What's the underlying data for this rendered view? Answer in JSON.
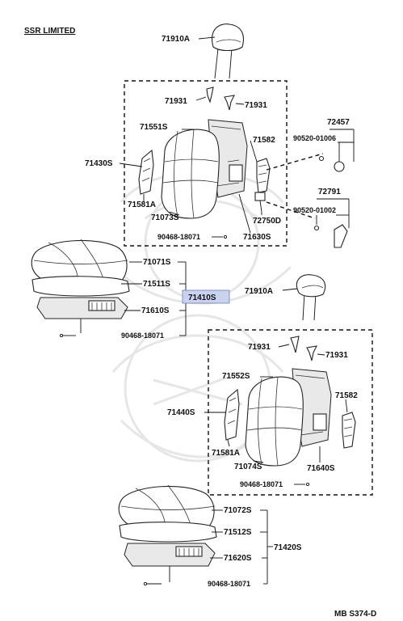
{
  "title": "SSR LIMITED",
  "footer_code": "MB S374-D",
  "highlight_color": "#c9d3f0",
  "upper_group": {
    "headrest": "71910A",
    "guide_left": "71931",
    "guide_right": "71931",
    "back_cover": "71551S",
    "back_assy": "71430S",
    "side_trim": "71581A",
    "back_pad": "71073S",
    "back_frame": "71630S",
    "hinge_cover": "71582",
    "bolt_label": "72750D",
    "screw": "90468-18071",
    "knob_group": "72457",
    "knob_part": "90520-01006",
    "lever_group": "72791",
    "lever_part": "90520-01002"
  },
  "middle_group": {
    "cushion_cover": "71071S",
    "cushion_pad": "71511S",
    "cushion_frame": "71610S",
    "screw": "90468-18071",
    "seat_assy": "71410S"
  },
  "lower_group": {
    "headrest": "71910A",
    "guide_left": "71931",
    "guide_right": "71931",
    "back_cover": "71552S",
    "back_assy": "71440S",
    "hinge_cover": "71582",
    "side_trim": "71581A",
    "back_pad": "71074S",
    "back_frame": "71640S",
    "screw": "90468-18071"
  },
  "bottom_group": {
    "cushion_cover": "71072S",
    "cushion_pad": "71512S",
    "seat_assy": "71420S",
    "cushion_frame": "71620S",
    "screw": "90468-18071"
  }
}
